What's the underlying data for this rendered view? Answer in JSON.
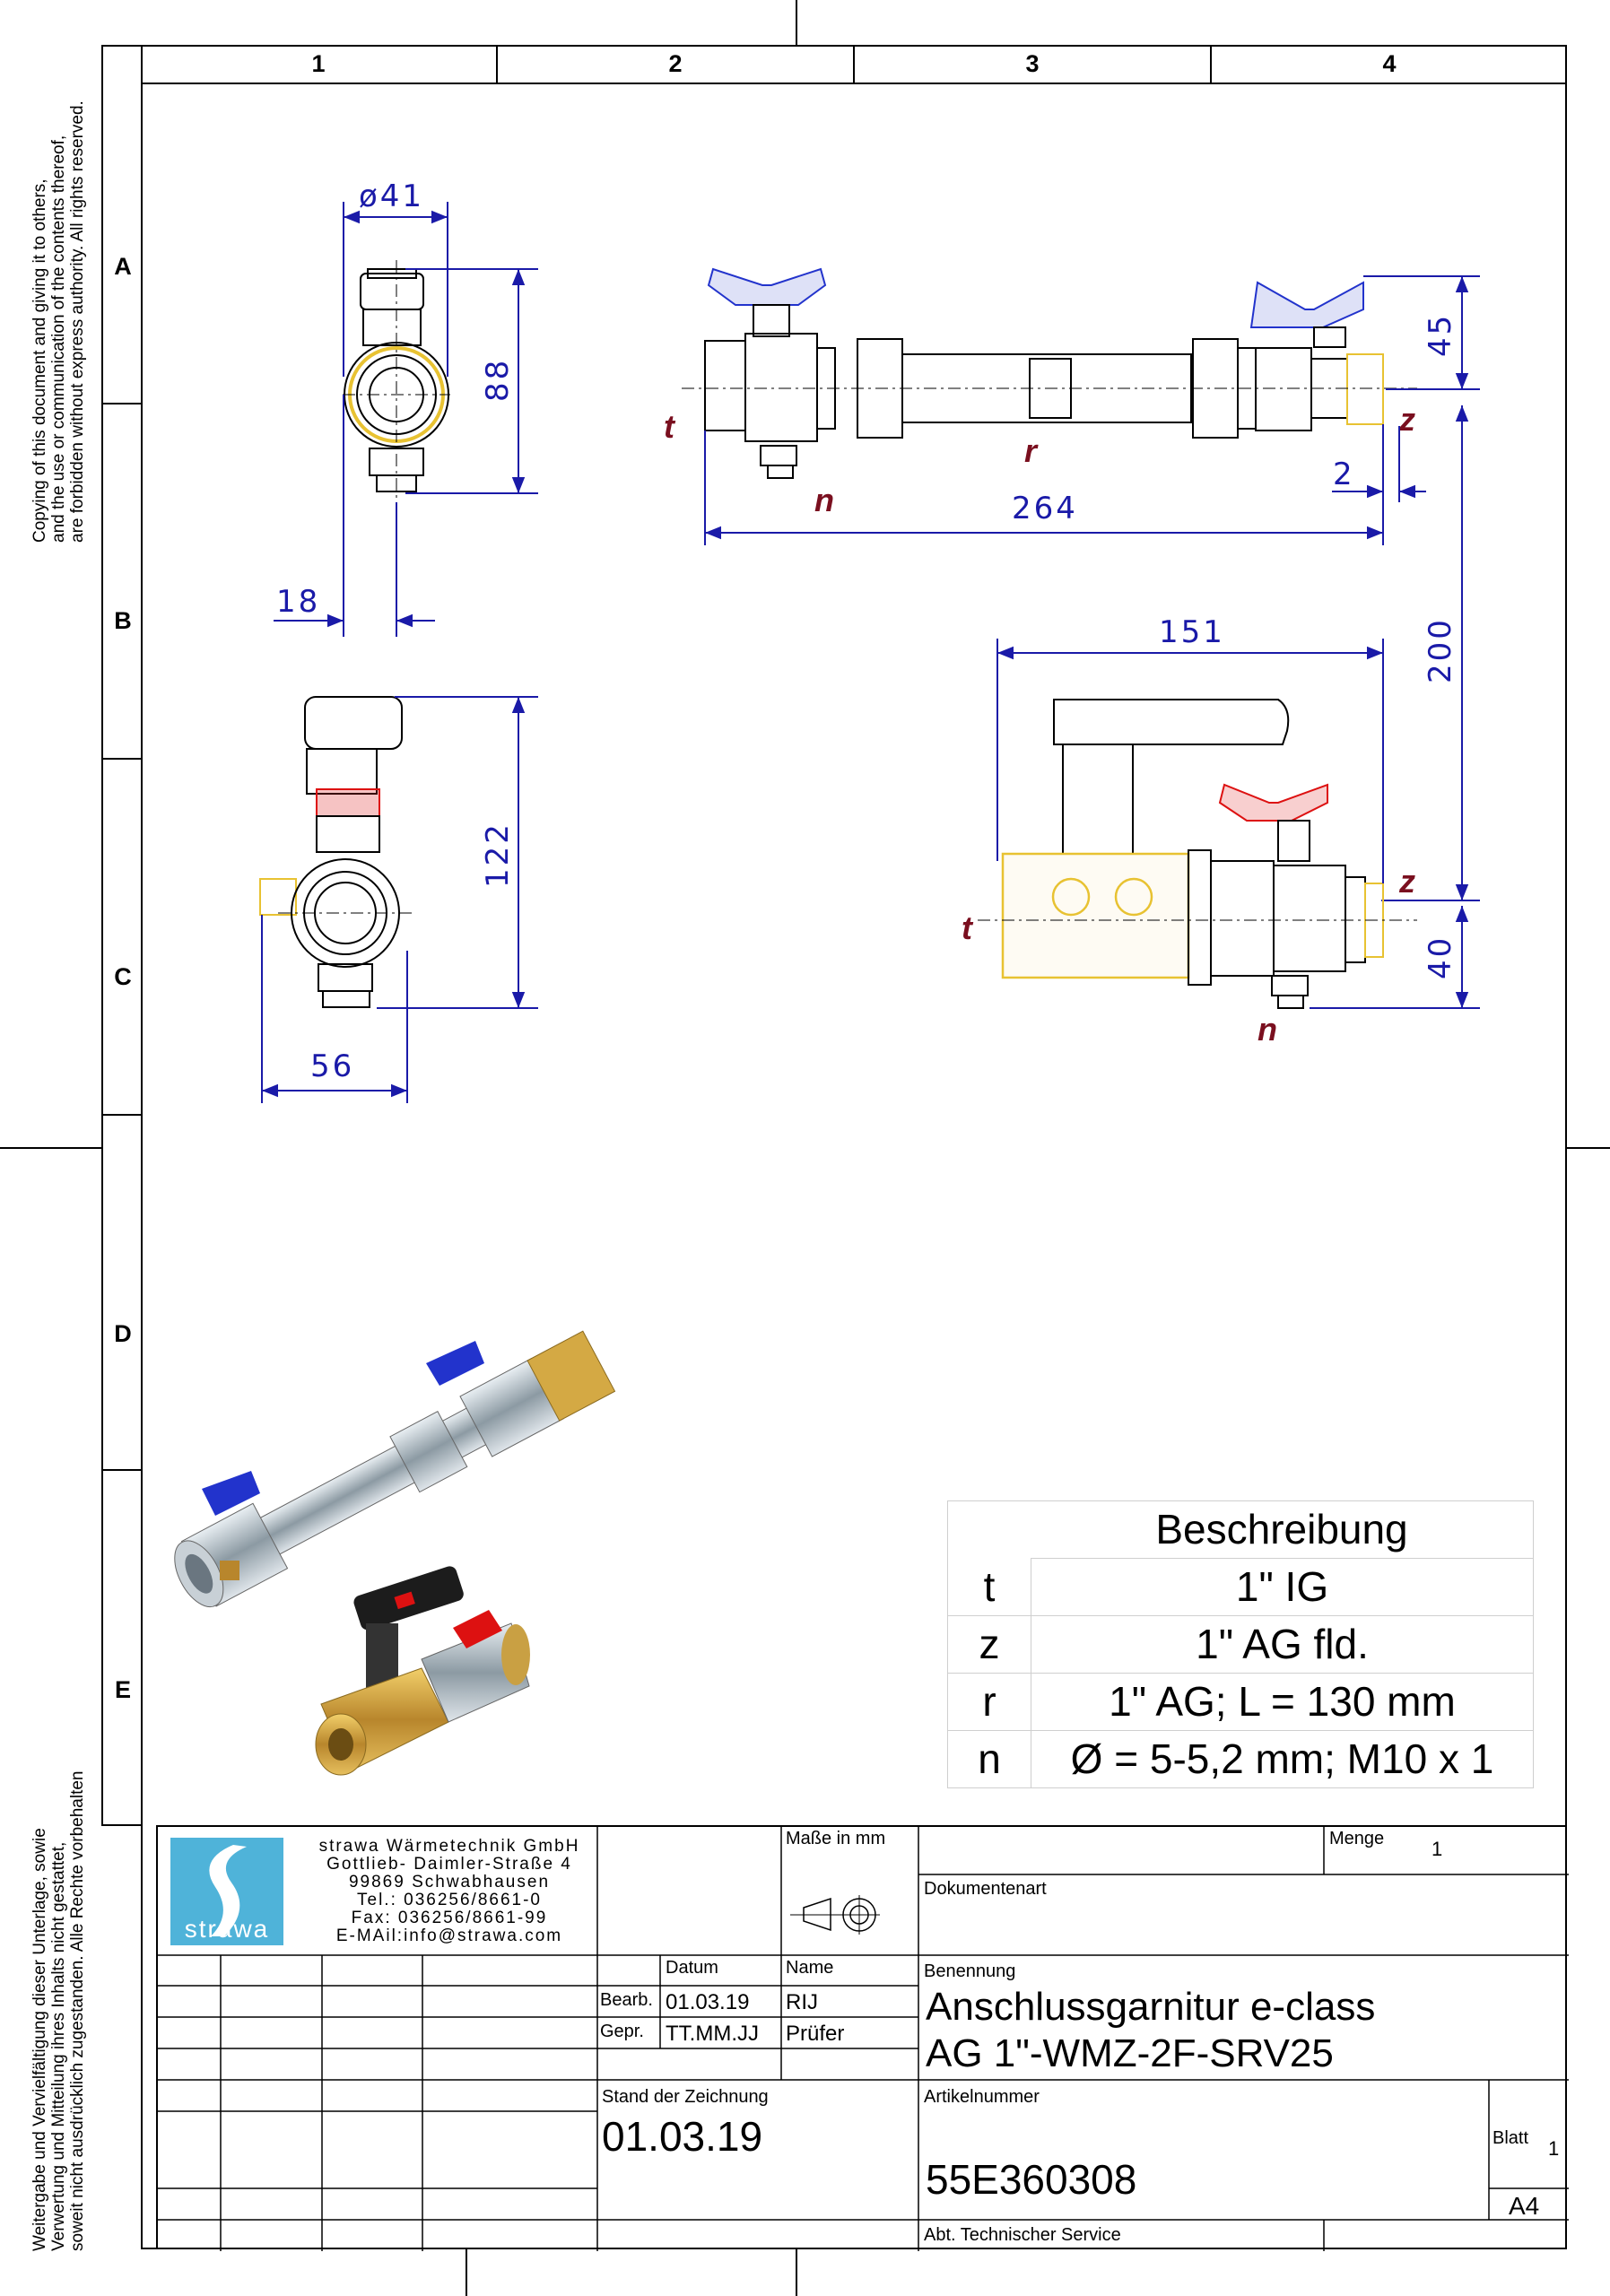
{
  "columns": [
    "1",
    "2",
    "3",
    "4"
  ],
  "rows": [
    "A",
    "B",
    "C",
    "D",
    "E"
  ],
  "legal_left_top": [
    "Copying of this document and giving it to others,",
    "and the use or communication of the contents thereof,",
    "are forbidden without express authority. All rights reserved."
  ],
  "legal_left_bottom": [
    "Weitergabe und Vervielfältigung dieser Unterlage, sowie",
    "Verwertung und Mitteilung ihres Inhalts nicht gestattet,",
    "soweit nicht ausdrücklich zugestanden. Alle Rechte vorbehalten"
  ],
  "dimensions": {
    "d41": "ø41",
    "d88": "88",
    "d18": "18",
    "d122": "122",
    "d56": "56",
    "d45": "45",
    "d264": "264",
    "d2": "2",
    "d200": "200",
    "d151": "151",
    "d40": "40"
  },
  "labels": {
    "t": "t",
    "z": "z",
    "r": "r",
    "n": "n"
  },
  "description": {
    "title": "Beschreibung",
    "rows": [
      {
        "key": "t",
        "value": "1\" IG"
      },
      {
        "key": "z",
        "value": "1\" AG fld."
      },
      {
        "key": "r",
        "value": "1\" AG; L = 130 mm"
      },
      {
        "key": "n",
        "value": "Ø = 5-5,2 mm; M10 x 1"
      }
    ]
  },
  "company": {
    "logo_text": "strawa",
    "lines": [
      "strawa Wärmetechnik GmbH",
      "Gottlieb- Daimler-Straße 4",
      "99869 Schwabhausen",
      "Tel.: 036256/8661-0",
      "Fax: 036256/8661-99",
      "E-MAil:info@strawa.com"
    ]
  },
  "title_block": {
    "masse": "Maße in mm",
    "menge_label": "Menge",
    "menge_value": "1",
    "dokumentenart_label": "Dokumentenart",
    "datum_label": "Datum",
    "name_label": "Name",
    "benennung_label": "Benennung",
    "bearb_label": "Bearb.",
    "bearb_date": "01.03.19",
    "bearb_name": "RIJ",
    "gepr_label": "Gepr.",
    "gepr_date": "TT.MM.JJ",
    "gepr_name": "Prüfer",
    "title_line1": "Anschlussgarnitur e-class",
    "title_line2": "AG 1\"-WMZ-2F-SRV25",
    "stand_label": "Stand der Zeichnung",
    "stand_value": "01.03.19",
    "artikel_label": "Artikelnummer",
    "artikel_value": "55E360308",
    "blatt_label": "Blatt",
    "blatt_value": "1",
    "format": "A4",
    "abteilung": "Abt. Technischer Service"
  },
  "colors": {
    "dimension": "#1a1aa8",
    "label": "#7a0f1f",
    "handle_blue": "#2233cc",
    "handle_red": "#dd1111",
    "brass": "#e8c232",
    "logo": "#4fb3d9"
  }
}
